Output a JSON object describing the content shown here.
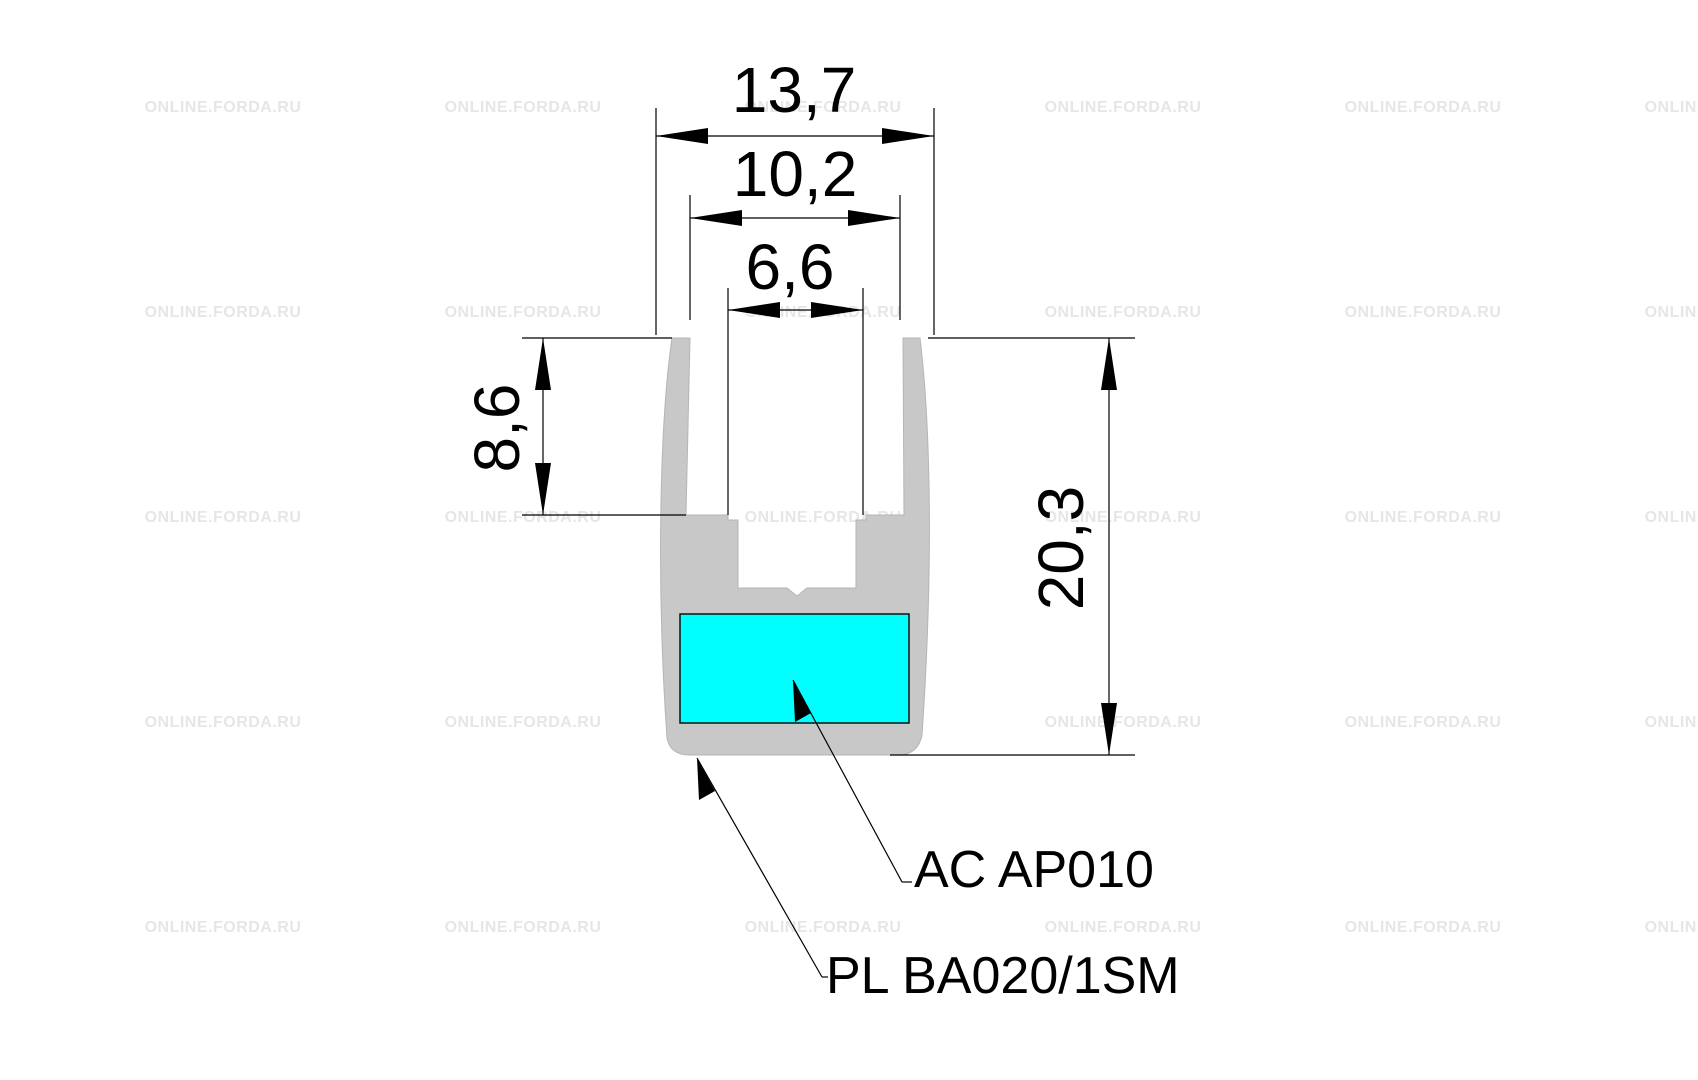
{
  "watermark": {
    "text": "ONLINE.FORDA.RU"
  },
  "dimensions": {
    "overall_width": "13,7",
    "inner_width": "10,2",
    "slot_width": "6,6",
    "slot_depth": "8,6",
    "overall_height": "20,3"
  },
  "callouts": {
    "insert": "AC AP010",
    "profile": "PL BA020/1SM"
  },
  "colors": {
    "profile_fill": "#c8c8c8",
    "insert_fill": "#00ffff",
    "background": "#ffffff",
    "lines": "#000000",
    "watermark": "#e6e6e6"
  }
}
